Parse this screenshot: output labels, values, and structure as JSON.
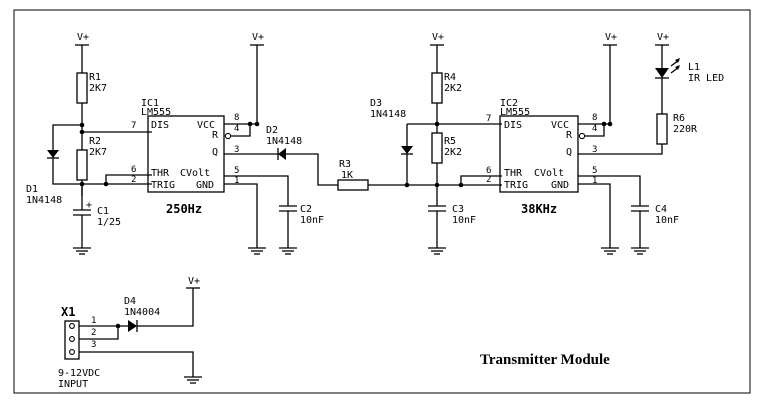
{
  "title": "Transmitter Module",
  "supply_label": "V+",
  "ic1": {
    "ref": "IC1",
    "part": "LM555",
    "freq": "250Hz",
    "pins": {
      "dis": "DIS",
      "vcc": "VCC",
      "r": "R",
      "q": "Q",
      "thr": "THR",
      "cvolt": "CVolt",
      "trig": "TRIG",
      "gnd": "GND"
    },
    "pin_numbers": {
      "dis": "7",
      "vcc": "8",
      "r": "4",
      "q": "3",
      "thr": "6",
      "trig": "2",
      "cvolt": "5",
      "gnd": "1"
    }
  },
  "ic2": {
    "ref": "IC2",
    "part": "LM555",
    "freq": "38KHz",
    "pins": {
      "dis": "DIS",
      "vcc": "VCC",
      "r": "R",
      "q": "Q",
      "thr": "THR",
      "cvolt": "CVolt",
      "trig": "TRIG",
      "gnd": "GND"
    },
    "pin_numbers": {
      "dis": "7",
      "vcc": "8",
      "r": "4",
      "q": "3",
      "thr": "6",
      "trig": "2",
      "cvolt": "5",
      "gnd": "1"
    }
  },
  "components": {
    "r1": {
      "ref": "R1",
      "value": "2K7"
    },
    "r2": {
      "ref": "R2",
      "value": "2K7"
    },
    "r3": {
      "ref": "R3",
      "value": "1K"
    },
    "r4": {
      "ref": "R4",
      "value": "2K2"
    },
    "r5": {
      "ref": "R5",
      "value": "2K2"
    },
    "r6": {
      "ref": "R6",
      "value": "220R"
    },
    "c1": {
      "ref": "C1",
      "value": "1/25",
      "polarity": "+"
    },
    "c2": {
      "ref": "C2",
      "value": "10nF"
    },
    "c3": {
      "ref": "C3",
      "value": "10nF"
    },
    "c4": {
      "ref": "C4",
      "value": "10nF"
    },
    "d1": {
      "ref": "D1",
      "value": "1N4148"
    },
    "d2": {
      "ref": "D2",
      "value": "1N4148"
    },
    "d3": {
      "ref": "D3",
      "value": "1N4148"
    },
    "d4": {
      "ref": "D4",
      "value": "1N4004"
    },
    "l1": {
      "ref": "L1",
      "value": "IR LED"
    }
  },
  "connector": {
    "ref": "X1",
    "pins": [
      "1",
      "2",
      "3"
    ],
    "label_line1": "9-12VDC",
    "label_line2": "INPUT"
  }
}
